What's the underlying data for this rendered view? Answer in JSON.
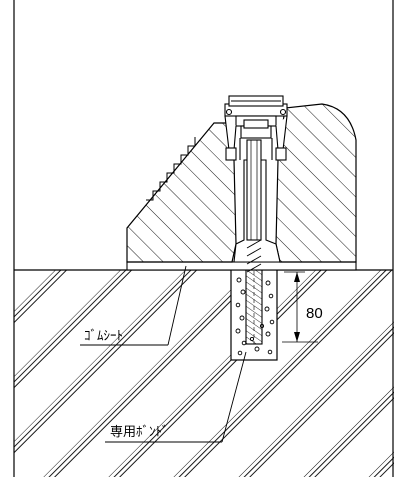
{
  "drawing": {
    "labels": {
      "rubber_sheet": "ｺﾞﾑｼｰﾄ",
      "bond": "専用ﾎﾞﾝﾄﾞ"
    },
    "dimension": {
      "value": "80"
    },
    "line_color": "#000000",
    "background": "#ffffff"
  }
}
